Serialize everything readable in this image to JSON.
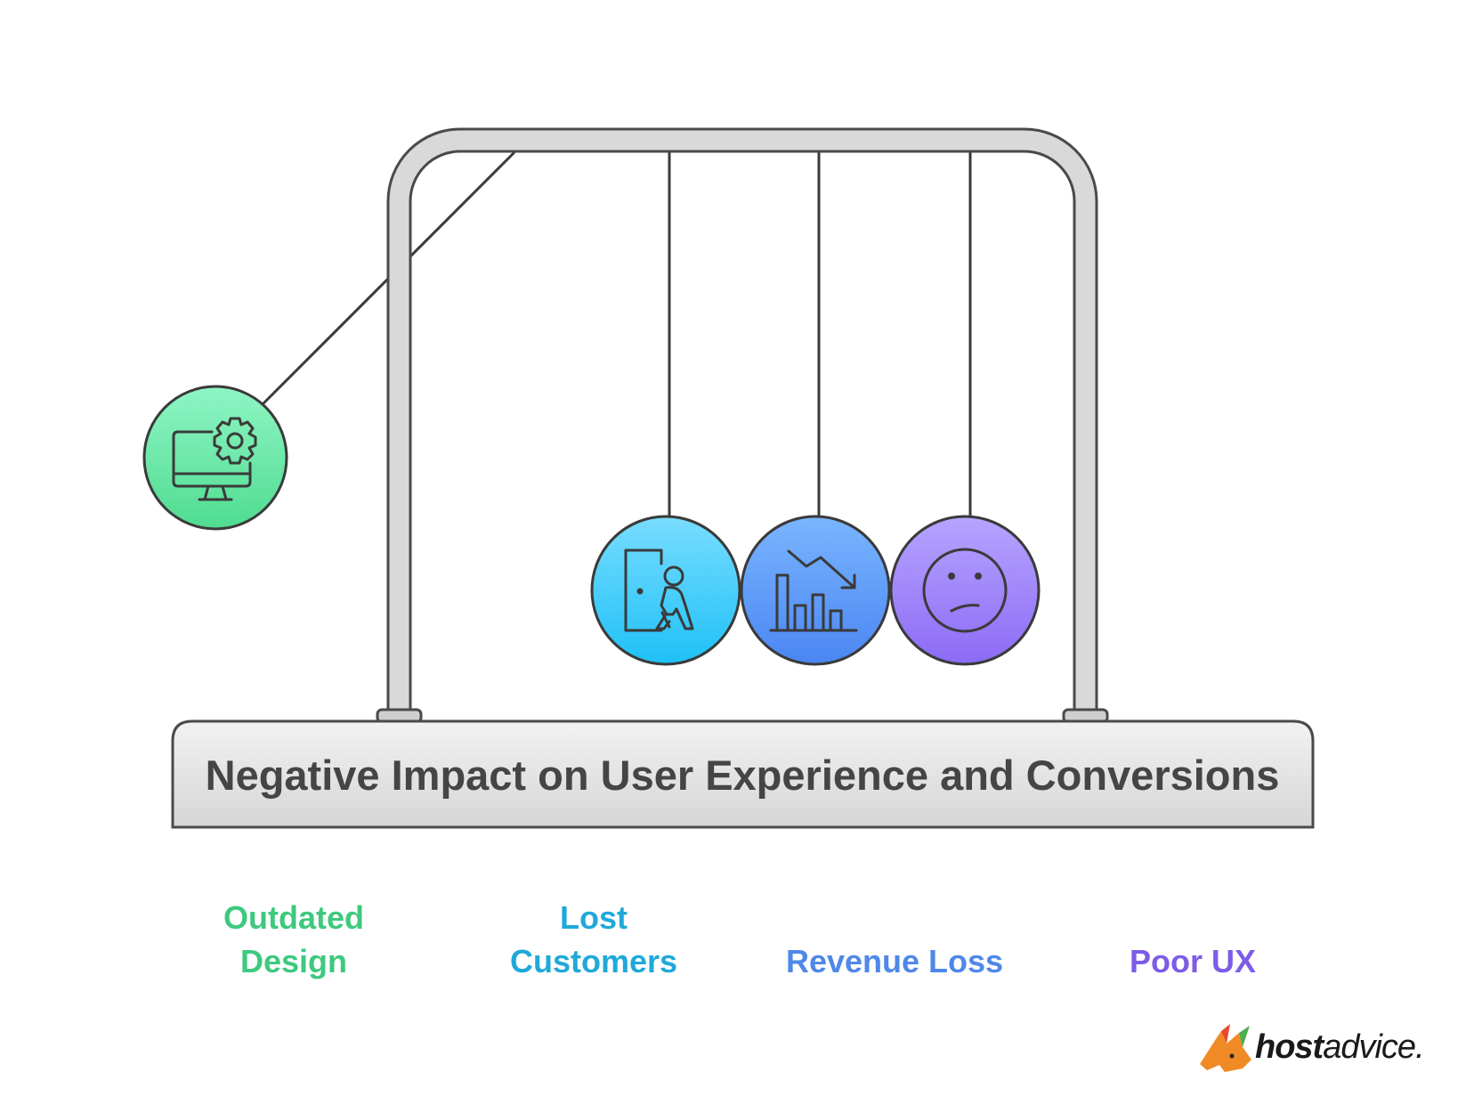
{
  "title": "Negative Impact on User Experience and Conversions",
  "items": [
    {
      "label": "Outdated\nDesign",
      "color": "#3ec97e",
      "icon": "monitor-gear-icon",
      "grad": [
        "#8ff5c4",
        "#4fdc90"
      ]
    },
    {
      "label": "Lost\nCustomers",
      "color": "#1fa9d9",
      "icon": "person-leaving-door-icon",
      "grad": [
        "#79dcff",
        "#1ec1f6"
      ]
    },
    {
      "label": "Revenue Loss",
      "color": "#4f88e8",
      "icon": "declining-bar-chart-icon",
      "grad": [
        "#7ab5ff",
        "#4a86f2"
      ]
    },
    {
      "label": "Poor UX",
      "color": "#7d5ce8",
      "icon": "sad-face-icon",
      "grad": [
        "#b6a4ff",
        "#8c6bf5"
      ]
    }
  ],
  "brand": {
    "part1": "host",
    "part2": "advice."
  }
}
